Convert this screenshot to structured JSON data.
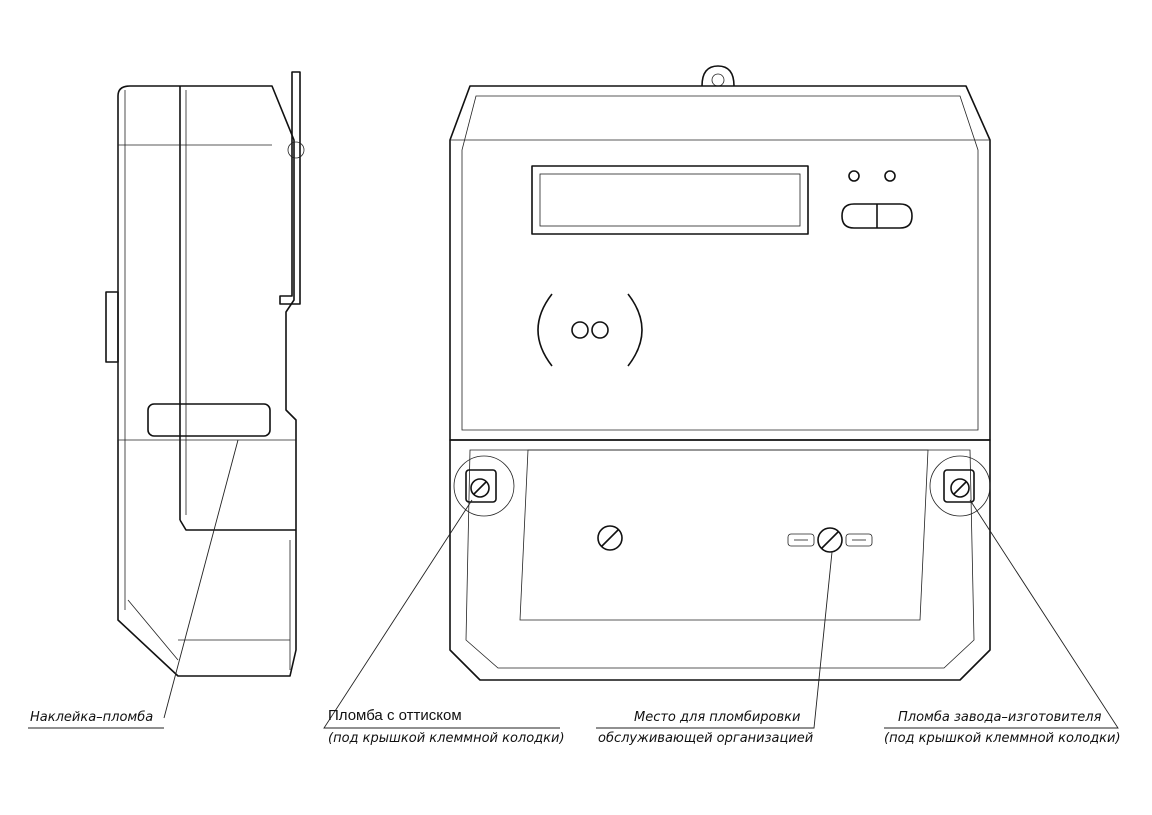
{
  "labels": {
    "sticker_seal": "Наклейка–пломба",
    "imprint_seal": "Пломба с оттиском",
    "imprint_seal_note": "(под крышкой клеммной колодки)",
    "service_seal_line1": "Место для пломбировки",
    "service_seal_line2": "обслуживающей организацией",
    "factory_seal": "Пломба завода–изготовителя",
    "factory_seal_note": "(под крышкой клеммной колодки)"
  },
  "colors": {
    "line": "#111111",
    "background": "#ffffff"
  }
}
